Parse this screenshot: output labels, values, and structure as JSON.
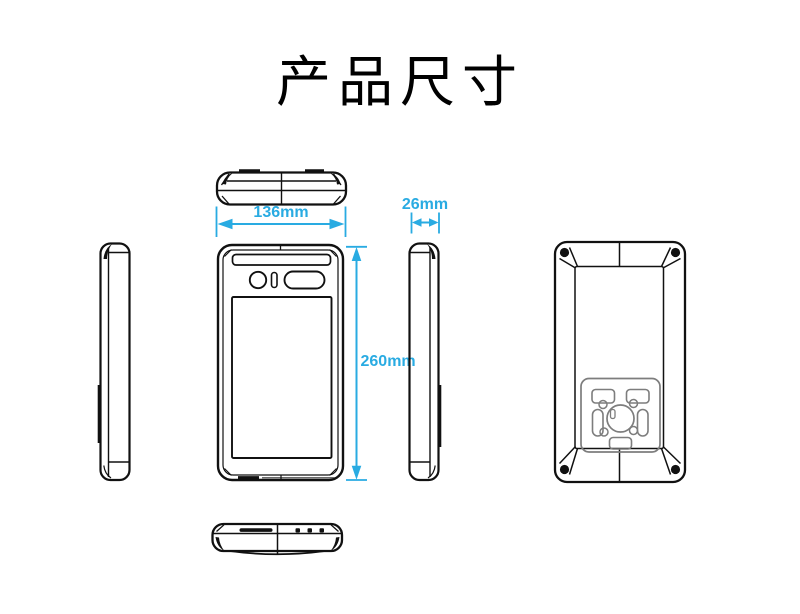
{
  "title": "产品尺寸",
  "colors": {
    "accent": "#29ABE2",
    "ink": "#111111",
    "plate": "#7d7d7d",
    "background": "#ffffff"
  },
  "dimensions": {
    "width_label": "136mm",
    "depth_label": "26mm",
    "height_label": "260mm"
  }
}
